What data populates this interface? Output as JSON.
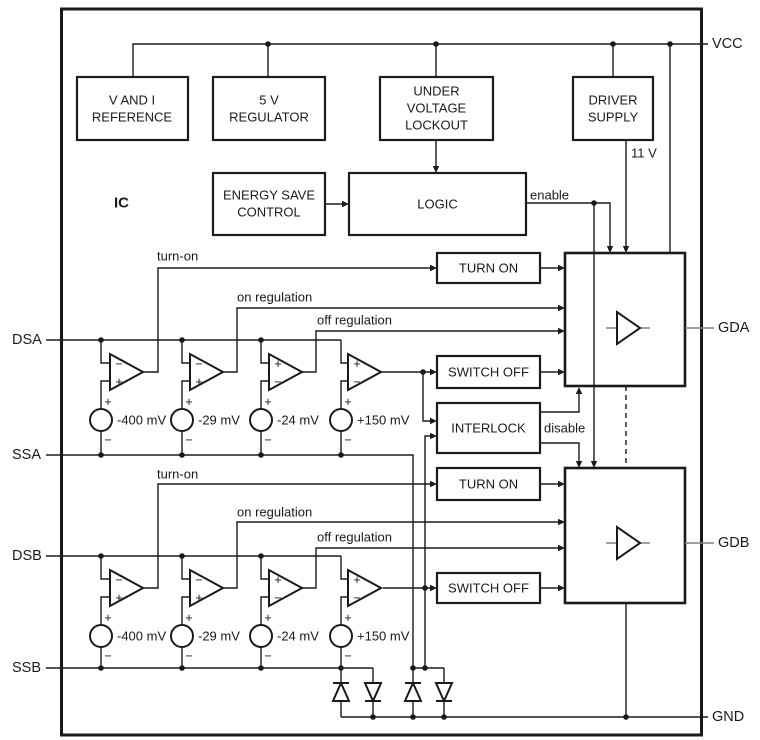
{
  "ic_label": "IC",
  "pins": {
    "vcc": "VCC",
    "gda": "GDA",
    "gdb": "GDB",
    "gnd": "GND",
    "dsa": "DSA",
    "ssa": "SSA",
    "dsb": "DSB",
    "ssb": "SSB"
  },
  "blocks": {
    "v_and_i_reference": {
      "lines": [
        "V AND I",
        "REFERENCE"
      ]
    },
    "regulator_5v": {
      "lines": [
        "5 V",
        "REGULATOR"
      ]
    },
    "under_voltage_lockout": {
      "lines": [
        "UNDER",
        "VOLTAGE",
        "LOCKOUT"
      ]
    },
    "driver_supply": {
      "lines": [
        "DRIVER",
        "SUPPLY"
      ]
    },
    "energy_save_control": {
      "lines": [
        "ENERGY SAVE",
        "CONTROL"
      ]
    },
    "logic": {
      "lines": [
        "LOGIC"
      ]
    },
    "turn_on": {
      "lines": [
        "TURN ON"
      ]
    },
    "switch_off": {
      "lines": [
        "SWITCH OFF"
      ]
    },
    "interlock": {
      "lines": [
        "INTERLOCK"
      ]
    }
  },
  "signals": {
    "turn_on": "turn-on",
    "on_regulation": "on regulation",
    "off_regulation": "off regulation",
    "enable": "enable",
    "disable": "disable",
    "supply_11v": "11 V"
  },
  "thresholds": [
    "-400 mV",
    "-29 mV",
    "-24 mV",
    "+150 mV"
  ],
  "polarity": {
    "plus": "+",
    "minus": "−"
  },
  "colors": {
    "line": "#1a1a1a",
    "background": "#ffffff",
    "text": "#1a1a1a",
    "buffer_stub": "#808080"
  }
}
